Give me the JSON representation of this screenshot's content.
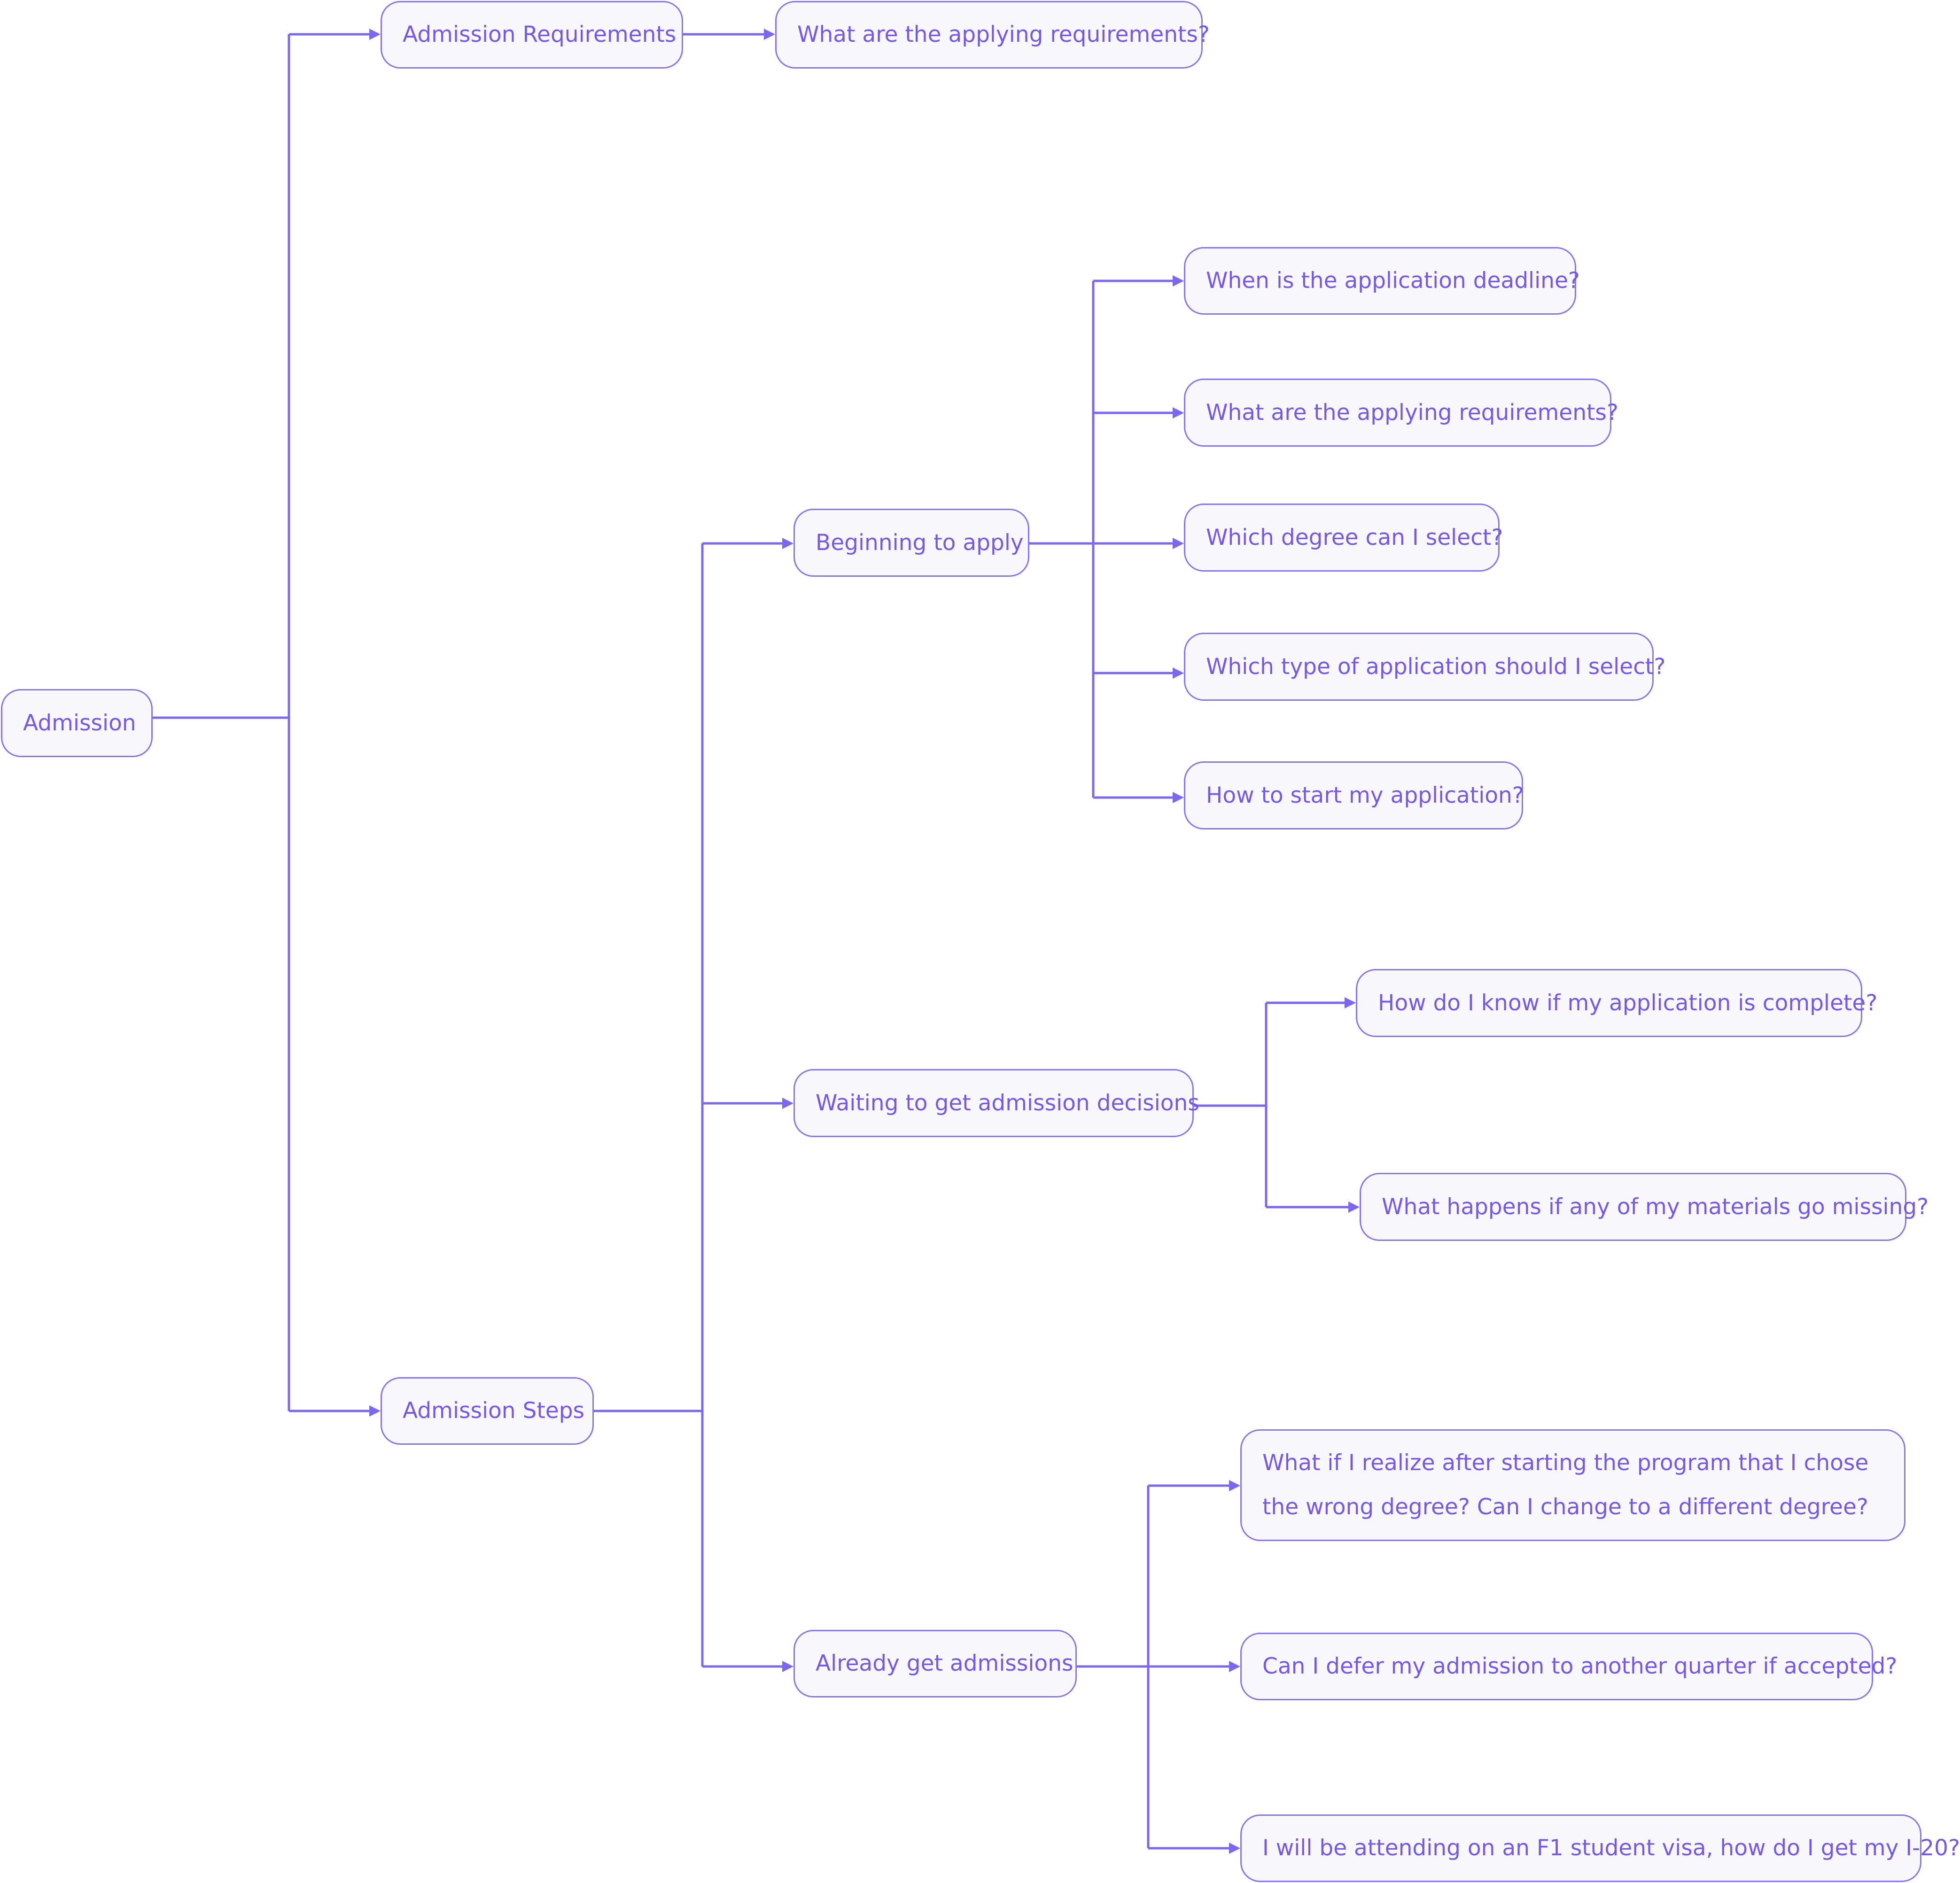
{
  "colors": {
    "accent": "#7b68ee",
    "node_fill": "#f8f7fc",
    "node_border": "#8676ea",
    "text": "#7558e6"
  },
  "nodes": {
    "root": "Admission",
    "admission_requirements": "Admission Requirements",
    "req_q1": "What are the applying requirements?",
    "admission_steps": "Admission Steps",
    "beginning_to_apply": "Beginning to apply",
    "begin_q1": "When is the application deadline?",
    "begin_q2": "What are the applying requirements?",
    "begin_q3": "Which degree can I select?",
    "begin_q4": "Which type of application should I select?",
    "begin_q5": "How to start my application?",
    "waiting_decisions": "Waiting to get admission decisions",
    "wait_q1": "How do I know if my application is complete?",
    "wait_q2": "What happens if any of my materials go missing?",
    "already_admitted": "Already get admissions",
    "admit_q1": "What if I realize after starting the program that I chose the wrong degree? Can I change to a different degree?",
    "admit_q2": "Can I defer my admission to another quarter if accepted?",
    "admit_q3": "I will be attending on an F1 student visa, how do I get my I-20?"
  }
}
